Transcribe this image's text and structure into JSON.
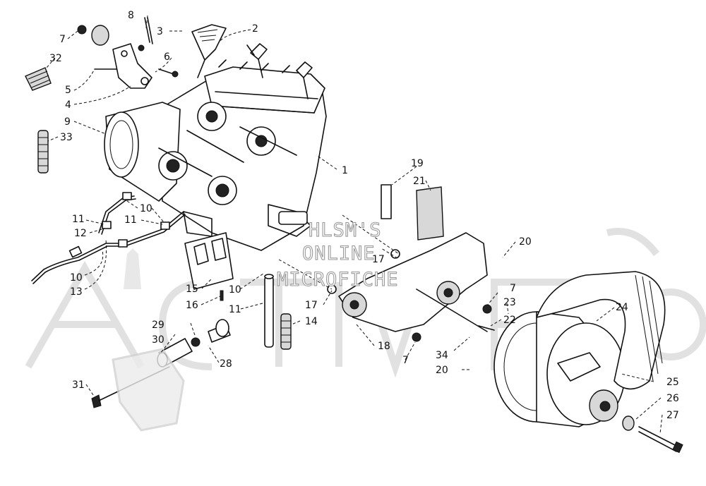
{
  "callouts": {
    "c1": "1",
    "c2": "2",
    "c3": "3",
    "c4": "4",
    "c5": "5",
    "c6": "6",
    "c7a": "7",
    "c7b": "7",
    "c7c": "7",
    "c8": "8",
    "c9": "9",
    "c10a": "10",
    "c10b": "10",
    "c10c": "10",
    "c11a": "11",
    "c11b": "11",
    "c11c": "11",
    "c12": "12",
    "c13": "13",
    "c14": "14",
    "c15": "15",
    "c16": "16",
    "c17a": "17",
    "c17b": "17",
    "c18": "18",
    "c19": "19",
    "c20a": "20",
    "c20b": "20",
    "c21": "21",
    "c22": "22",
    "c23": "23",
    "c24": "24",
    "c25": "25",
    "c26": "26",
    "c27": "27",
    "c28": "28",
    "c29": "29",
    "c30": "30",
    "c31": "31",
    "c32": "32",
    "c33": "33",
    "c34": "34"
  },
  "watermark": {
    "line1": "HLSM'S",
    "line2": "ONLINE",
    "line3": "MICROFICHE",
    "logo_text": "ACTIVE"
  }
}
